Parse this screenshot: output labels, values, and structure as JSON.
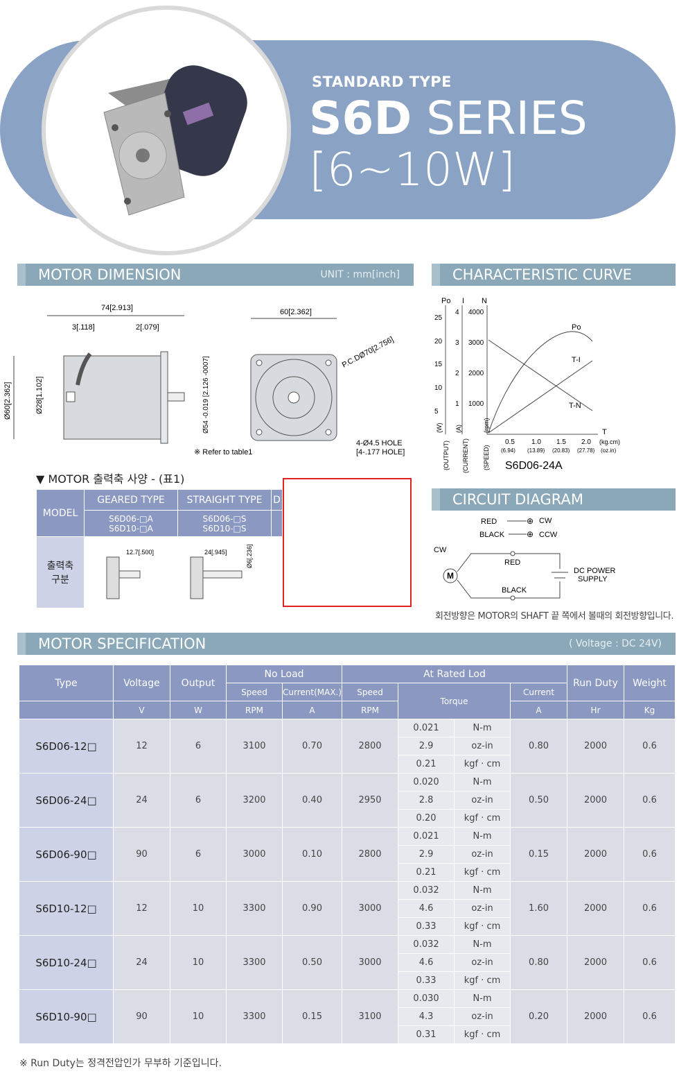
{
  "hero": {
    "subtitle": "STANDARD TYPE",
    "title_bold": "S6D",
    "title_rest": " SERIES",
    "range": "[6~10W]"
  },
  "dimension": {
    "title": "MOTOR DIMENSION",
    "unit": "UNIT : mm[inch]",
    "labels": {
      "overall_length": "74[2.913]",
      "flange": "3[.118]",
      "shaft_step": "2[.079]",
      "height": "Ø60[2.362]",
      "boss": "Ø28[1.102]",
      "shaft_dia": "Ø54 -0.019 [2.126 -0007]",
      "width": "60[2.362]",
      "pcd": "P.C.DØ70[2.756]",
      "hole": "4-Ø4.5 HOLE",
      "hole_inch": "[4-.177 HOLE]",
      "refer": "※ Refer to table1"
    }
  },
  "curve": {
    "title": "CHARACTERISTIC CURVE",
    "axes": {
      "po": "Po",
      "i": "I",
      "n": "N",
      "t": "T"
    },
    "po_ticks": [
      "25",
      "20",
      "15",
      "10",
      "5"
    ],
    "i_ticks": [
      "4",
      "3",
      "2",
      "1"
    ],
    "n_ticks": [
      "4000",
      "3000",
      "2000",
      "1000"
    ],
    "t_ticks": [
      "0.5",
      "1.0",
      "1.5",
      "2.0"
    ],
    "t_unit": "(kg.cm)",
    "oz_ticks": [
      "(6.94)",
      "(13.89)",
      "(20.83)",
      "(27.78)"
    ],
    "oz_unit": "(oz.in)",
    "units": [
      "(W)",
      "(A)",
      "(rpm)"
    ],
    "side_labels": [
      "(OUTPUT)",
      "(CURRENT)",
      "(SPEED)"
    ],
    "series_labels": [
      "Po",
      "T-I",
      "T-N"
    ],
    "model": "S6D06-24A"
  },
  "shaft_table": {
    "heading": "▼ MOTOR 출력축 사양 - (표1)",
    "model_label": "MODEL",
    "cols": [
      "GEARED TYPE",
      "STRAIGHT TYPE",
      "D"
    ],
    "geared_models": [
      "S6D06-□A",
      "S6D10-□A"
    ],
    "straight_models": [
      "S6D06-□S",
      "S6D10-□S"
    ],
    "row_label": "출력축\n구분",
    "geared_dim": "12.7[.500]",
    "straight_dim_a": "24[.945]",
    "straight_dim_b": "Ø6[.236]"
  },
  "circuit": {
    "title": "CIRCUIT DIAGRAM",
    "red": "RED",
    "black": "BLACK",
    "cw": "CW",
    "ccw": "CCW",
    "motor": "M",
    "power": "DC POWER",
    "supply": "SUPPLY",
    "note": "회전방향은 MOTOR의 SHAFT 끝 쪽에서 볼때의 회전방향입니다."
  },
  "spec": {
    "title": "MOTOR SPECIFICATION",
    "voltage_note": "( Voltage : DC 24V)",
    "headers": {
      "type": "Type",
      "voltage": "Voltage",
      "output": "Output",
      "no_load": "No Load",
      "rated": "At Rated Lod",
      "run_duty": "Run Duty",
      "weight": "Weight",
      "speed": "Speed",
      "current_max": "Current(MAX.)",
      "torque": "Torque",
      "current": "Current"
    },
    "units": {
      "v": "V",
      "w": "W",
      "rpm": "RPM",
      "a": "A",
      "rpm2": "RPM",
      "a2": "A",
      "hr": "Hr",
      "kg": "Kg"
    },
    "rows": [
      {
        "type": "S6D06-12□",
        "v": "12",
        "w": "6",
        "nl_speed": "3100",
        "nl_current": "0.70",
        "speed": "2800",
        "torque": [
          "0.021",
          "2.9",
          "0.21"
        ],
        "current": "0.80",
        "duty": "2000",
        "weight": "0.6"
      },
      {
        "type": "S6D06-24□",
        "v": "24",
        "w": "6",
        "nl_speed": "3200",
        "nl_current": "0.40",
        "speed": "2950",
        "torque": [
          "0.020",
          "2.8",
          "0.20"
        ],
        "current": "0.50",
        "duty": "2000",
        "weight": "0.6"
      },
      {
        "type": "S6D06-90□",
        "v": "90",
        "w": "6",
        "nl_speed": "3000",
        "nl_current": "0.10",
        "speed": "2800",
        "torque": [
          "0.021",
          "2.9",
          "0.21"
        ],
        "current": "0.15",
        "duty": "2000",
        "weight": "0.6"
      },
      {
        "type": "S6D10-12□",
        "v": "12",
        "w": "10",
        "nl_speed": "3300",
        "nl_current": "0.90",
        "speed": "3000",
        "torque": [
          "0.032",
          "4.6",
          "0.33"
        ],
        "current": "1.60",
        "duty": "2000",
        "weight": "0.6"
      },
      {
        "type": "S6D10-24□",
        "v": "24",
        "w": "10",
        "nl_speed": "3300",
        "nl_current": "0.50",
        "speed": "3000",
        "torque": [
          "0.032",
          "4.6",
          "0.33"
        ],
        "current": "0.80",
        "duty": "2000",
        "weight": "0.6"
      },
      {
        "type": "S6D10-90□",
        "v": "90",
        "w": "10",
        "nl_speed": "3300",
        "nl_current": "0.15",
        "speed": "3100",
        "torque": [
          "0.030",
          "4.3",
          "0.31"
        ],
        "current": "0.20",
        "duty": "2000",
        "weight": "0.6"
      }
    ],
    "torque_units": [
      "N-m",
      "oz-in",
      "kgf · cm"
    ],
    "footnote": "※ Run Duty는 정격전압인가 무부하 기준입니다."
  }
}
